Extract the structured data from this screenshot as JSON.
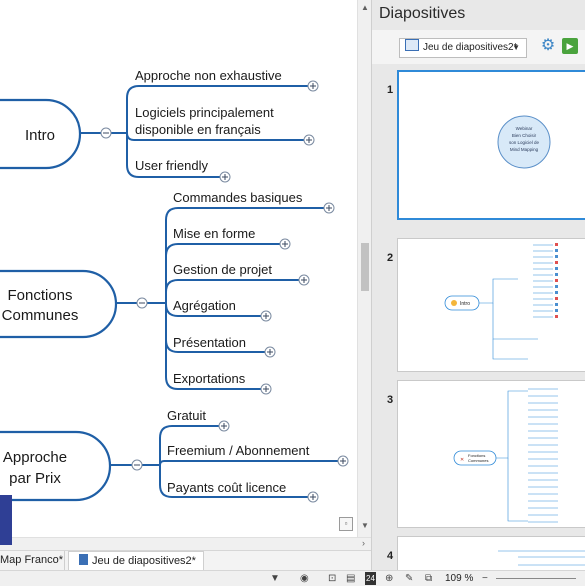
{
  "mindmap": {
    "branches": [
      {
        "label_lines": [
          "Intro"
        ],
        "children": [
          "Approche non exhaustive",
          [
            "Logiciels principalement",
            "disponible en français"
          ],
          "User friendly"
        ]
      },
      {
        "label_lines": [
          "Fonctions",
          "Communes"
        ],
        "children": [
          "Commandes basiques",
          "Mise en forme",
          "Gestion de projet",
          "Agrégation",
          "Présentation",
          "Exportations"
        ]
      },
      {
        "label_lines": [
          "Approche",
          "par Prix"
        ],
        "children": [
          "Gratuit",
          "Freemium / Abonnement",
          "Payants coût licence"
        ]
      }
    ]
  },
  "colors": {
    "branch": "#1f5fa6",
    "accent": "#2f8ad8",
    "nav_strip": "#2f3f95"
  },
  "tabs": [
    {
      "label": "Map Franco*"
    },
    {
      "label": "Jeu de diapositives2*",
      "icon": "document-icon"
    }
  ],
  "panel": {
    "title": "Diapositives",
    "set_select": "Jeu de diapositives2*",
    "settings_icon": "gear-icon",
    "play_icon": "play-icon",
    "slides": [
      {
        "num": "1",
        "title_lines": [
          "Webinar",
          "Bien Choisir",
          "son Logiciel de",
          "Mind Mapping"
        ]
      },
      {
        "num": "2",
        "center": "Intro"
      },
      {
        "num": "3",
        "center": "Fonctions Communes"
      },
      {
        "num": "4"
      }
    ]
  },
  "statusbar": {
    "zoom": "109 %",
    "icons": [
      "filter-icon",
      "view-icon",
      "fit-icon",
      "page-icon",
      "calendar-icon",
      "pin-icon",
      "edit-icon",
      "link-icon"
    ],
    "calendar_day": "24"
  }
}
